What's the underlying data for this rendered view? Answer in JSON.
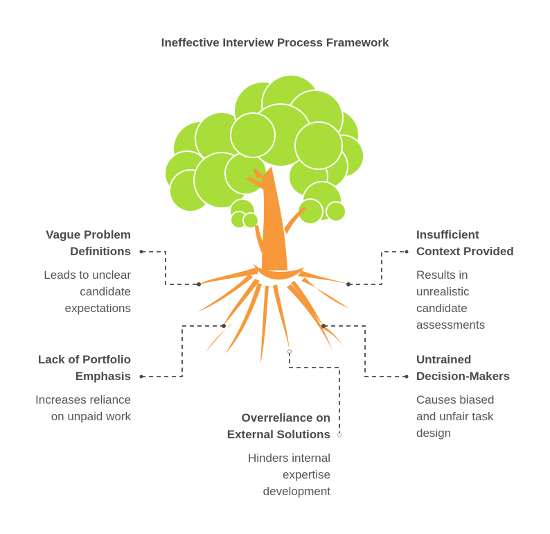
{
  "title": "Ineffective Interview Process Framework",
  "colors": {
    "foliage": "#a8dd3a",
    "trunk": "#f7983a",
    "connector": "#4a4a4a",
    "text": "#4a4a4a"
  },
  "items": [
    {
      "id": "vague-problem-definitions",
      "head_lines": [
        "Vague Problem",
        "Definitions"
      ],
      "desc_lines": [
        "Leads to unclear",
        "candidate",
        "expectations"
      ]
    },
    {
      "id": "insufficient-context-provided",
      "head_lines": [
        "Insufficient",
        "Context Provided"
      ],
      "desc_lines": [
        "Results in",
        "unrealistic",
        "candidate",
        "assessments"
      ]
    },
    {
      "id": "lack-of-portfolio-emphasis",
      "head_lines": [
        "Lack of Portfolio",
        "Emphasis"
      ],
      "desc_lines": [
        "Increases reliance",
        "on unpaid work"
      ]
    },
    {
      "id": "untrained-decision-makers",
      "head_lines": [
        "Untrained",
        "Decision-Makers"
      ],
      "desc_lines": [
        "Causes biased",
        "and unfair task",
        "design"
      ]
    },
    {
      "id": "overreliance-on-external-solutions",
      "head_lines": [
        "Overreliance on",
        "External Solutions"
      ],
      "desc_lines": [
        "Hinders internal",
        "expertise",
        "development"
      ]
    }
  ]
}
